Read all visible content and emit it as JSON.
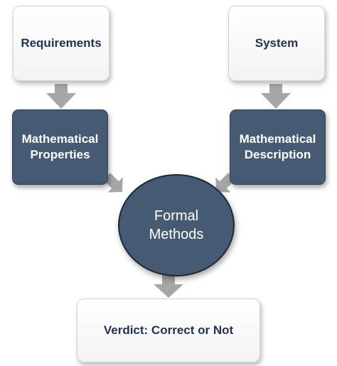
{
  "nodes": {
    "requirements": {
      "label": "Requirements"
    },
    "system": {
      "label": "System"
    },
    "math_properties": {
      "line1": "Mathematical",
      "line2": "Properties"
    },
    "math_description": {
      "line1": "Mathematical",
      "line2": "Description"
    },
    "formal_methods": {
      "line1": "Formal",
      "line2": "Methods"
    },
    "verdict": {
      "label": "Verdict: Correct or Not"
    }
  },
  "colors": {
    "dark_node": "#465a74",
    "light_node": "#ffffff",
    "arrow": "#a6a6a6",
    "light_text": "#1f3157"
  }
}
